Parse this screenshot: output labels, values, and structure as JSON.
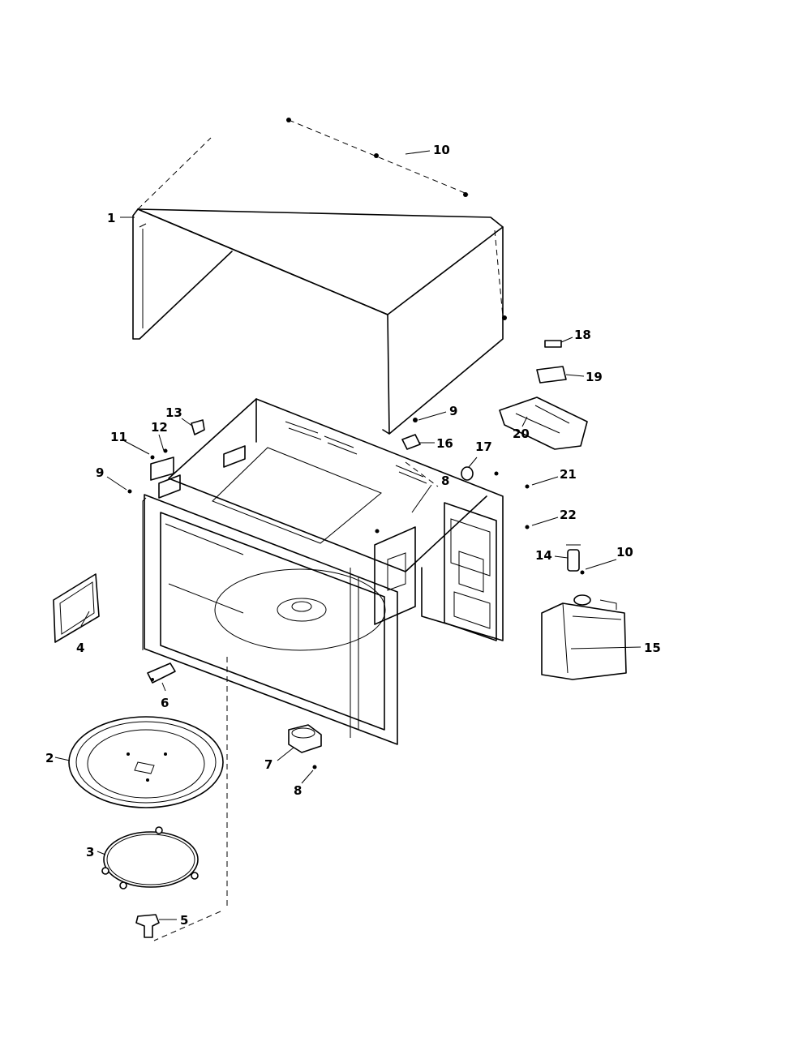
{
  "diagram": {
    "callouts": [
      {
        "id": "c1",
        "label": "1"
      },
      {
        "id": "c2",
        "label": "2"
      },
      {
        "id": "c3",
        "label": "3"
      },
      {
        "id": "c4",
        "label": "4"
      },
      {
        "id": "c5",
        "label": "5"
      },
      {
        "id": "c6",
        "label": "6"
      },
      {
        "id": "c7",
        "label": "7"
      },
      {
        "id": "c8a",
        "label": "8"
      },
      {
        "id": "c8b",
        "label": "8"
      },
      {
        "id": "c9a",
        "label": "9"
      },
      {
        "id": "c9b",
        "label": "9"
      },
      {
        "id": "c10a",
        "label": "10"
      },
      {
        "id": "c10b",
        "label": "10"
      },
      {
        "id": "c11",
        "label": "11"
      },
      {
        "id": "c12",
        "label": "12"
      },
      {
        "id": "c13",
        "label": "13"
      },
      {
        "id": "c14",
        "label": "14"
      },
      {
        "id": "c15",
        "label": "15"
      },
      {
        "id": "c16",
        "label": "16"
      },
      {
        "id": "c17",
        "label": "17"
      },
      {
        "id": "c18",
        "label": "18"
      },
      {
        "id": "c19",
        "label": "19"
      },
      {
        "id": "c20",
        "label": "20"
      },
      {
        "id": "c21",
        "label": "21"
      },
      {
        "id": "c22",
        "label": "22"
      }
    ]
  }
}
